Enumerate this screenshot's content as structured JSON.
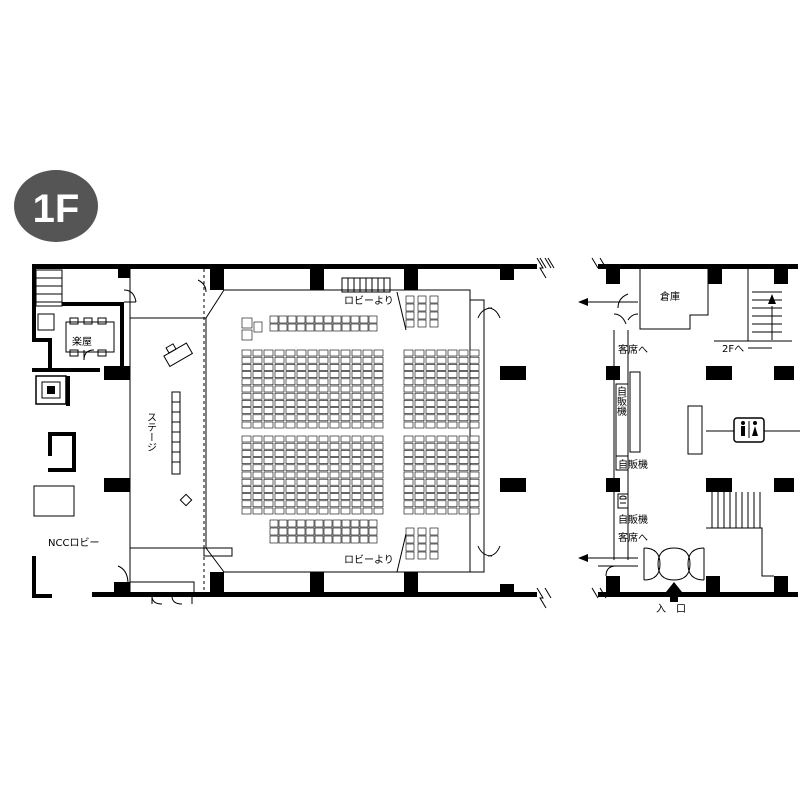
{
  "badge": {
    "label": "1F",
    "color": "#555555"
  },
  "labels": {
    "music_room": "楽屋",
    "stage": "ステージ",
    "ncc_lobby": "NCCロビー",
    "from_lobby_top": "ロビーより",
    "from_lobby_bottom": "ロビーより",
    "storage": "倉庫",
    "to_seats_top": "客席へ",
    "to_2f": "2Fへ",
    "vending_1": "自販機",
    "vending_2": "自販機",
    "vending_3": "自販機",
    "to_seats_bottom": "客席へ",
    "entrance": "入　口",
    "wc_symbol": "🚻"
  },
  "icons": {
    "restroom": "restroom-icon",
    "phone": "phone-icon",
    "elevator": "elevator-icon",
    "entrance_arrow": "arrow-up-icon"
  }
}
